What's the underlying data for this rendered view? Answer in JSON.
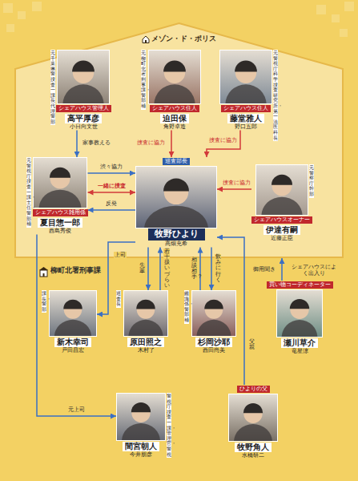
{
  "diagram": {
    "nodes": [
      {
        "text": [
          "メゾン・ド・ポリス"
        ]
      },
      {
        "text": [
          "元千葉県警捜査一課長代理・警部",
          "シェアハウス管理人",
          "高平厚彦",
          "小日向文世"
        ],
        "in": 0
      },
      {
        "text": [
          "元柳町北署刑事課・警部補",
          "シェアハウス住人",
          "迫田保",
          "角野卓造"
        ],
        "in": 0
      },
      {
        "text": [
          "元警視庁科学捜査研究所・第一法医科長",
          "シェアハウス住人",
          "藤堂雅人",
          "野口五郎"
        ],
        "in": 0
      },
      {
        "text": [
          "元警視庁捜査一課・主任・警部補",
          "シェアハウス雑用係",
          "夏目惣一郎",
          "西島秀俊"
        ],
        "in": 0
      },
      {
        "text": [
          "巡査部長",
          "牧野ひより",
          "高畑充希"
        ],
        "in": 0
      },
      {
        "text": [
          "元警察庁幹部",
          "シェアハウスオーナー",
          "伊達有嗣",
          "近藤正臣"
        ],
        "in": 0
      },
      {
        "text": [
          "課長・警部",
          "新木幸司",
          "戸田昌宏"
        ]
      },
      {
        "text": [
          "巡査長",
          "原田照之",
          "木村了"
        ]
      },
      {
        "text": [
          "鑑識係・警部補",
          "杉岡沙耶",
          "西田尚美"
        ]
      },
      {
        "text": [
          "買い物コーディネーター",
          "瀬川草介",
          "竜星涼"
        ]
      },
      {
        "text": [
          "警視庁捜査一課・管理官・警視",
          "間宮朝人",
          "今井朋彦"
        ]
      },
      {
        "text": [
          "ひよりの父",
          "牧野角人",
          "水橋研二"
        ]
      }
    ],
    "edges": [
      {
        "from": 1,
        "to": 4,
        "arrow": "to",
        "label": "家事教える"
      },
      {
        "from": 2,
        "to": 5,
        "arrow": "to",
        "label": "捜査に協力"
      },
      {
        "from": 3,
        "to": 5,
        "arrow": "to",
        "label": "捜査に協力"
      },
      {
        "from": 6,
        "to": 5,
        "arrow": "to",
        "label": "捜査に協力"
      },
      {
        "from": 4,
        "to": 5,
        "arrow": "to",
        "label": "渋々協力"
      },
      {
        "from": 4,
        "to": 5,
        "arrow": "both",
        "label": "一緒に捜査"
      },
      {
        "from": 5,
        "to": 4,
        "arrow": "to",
        "label": "反発"
      },
      {
        "from": 5,
        "to": 7,
        "arrow": "to",
        "label": "上司"
      },
      {
        "from": 5,
        "to": 8,
        "arrow": "to",
        "label": "先輩"
      },
      {
        "from": 8,
        "to": 5,
        "arrow": "to",
        "label": "若干扱いづらい"
      },
      {
        "from": 9,
        "to": 5,
        "arrow": "to",
        "label": "相談相手？"
      },
      {
        "from": 5,
        "to": 9,
        "arrow": "to",
        "label": "飲みに行く"
      },
      {
        "from": 12,
        "to": 5,
        "arrow": "to",
        "label": "父親"
      },
      {
        "from": 10,
        "to": 0,
        "arrow": "to",
        "label": "シェアハウスによく出入り"
      },
      {
        "from": 4,
        "to": 11,
        "arrow": "to",
        "label": "元上司"
      }
    ],
    "labels": [
      "柳町北署刑事課",
      "御用聞き"
    ]
  }
}
